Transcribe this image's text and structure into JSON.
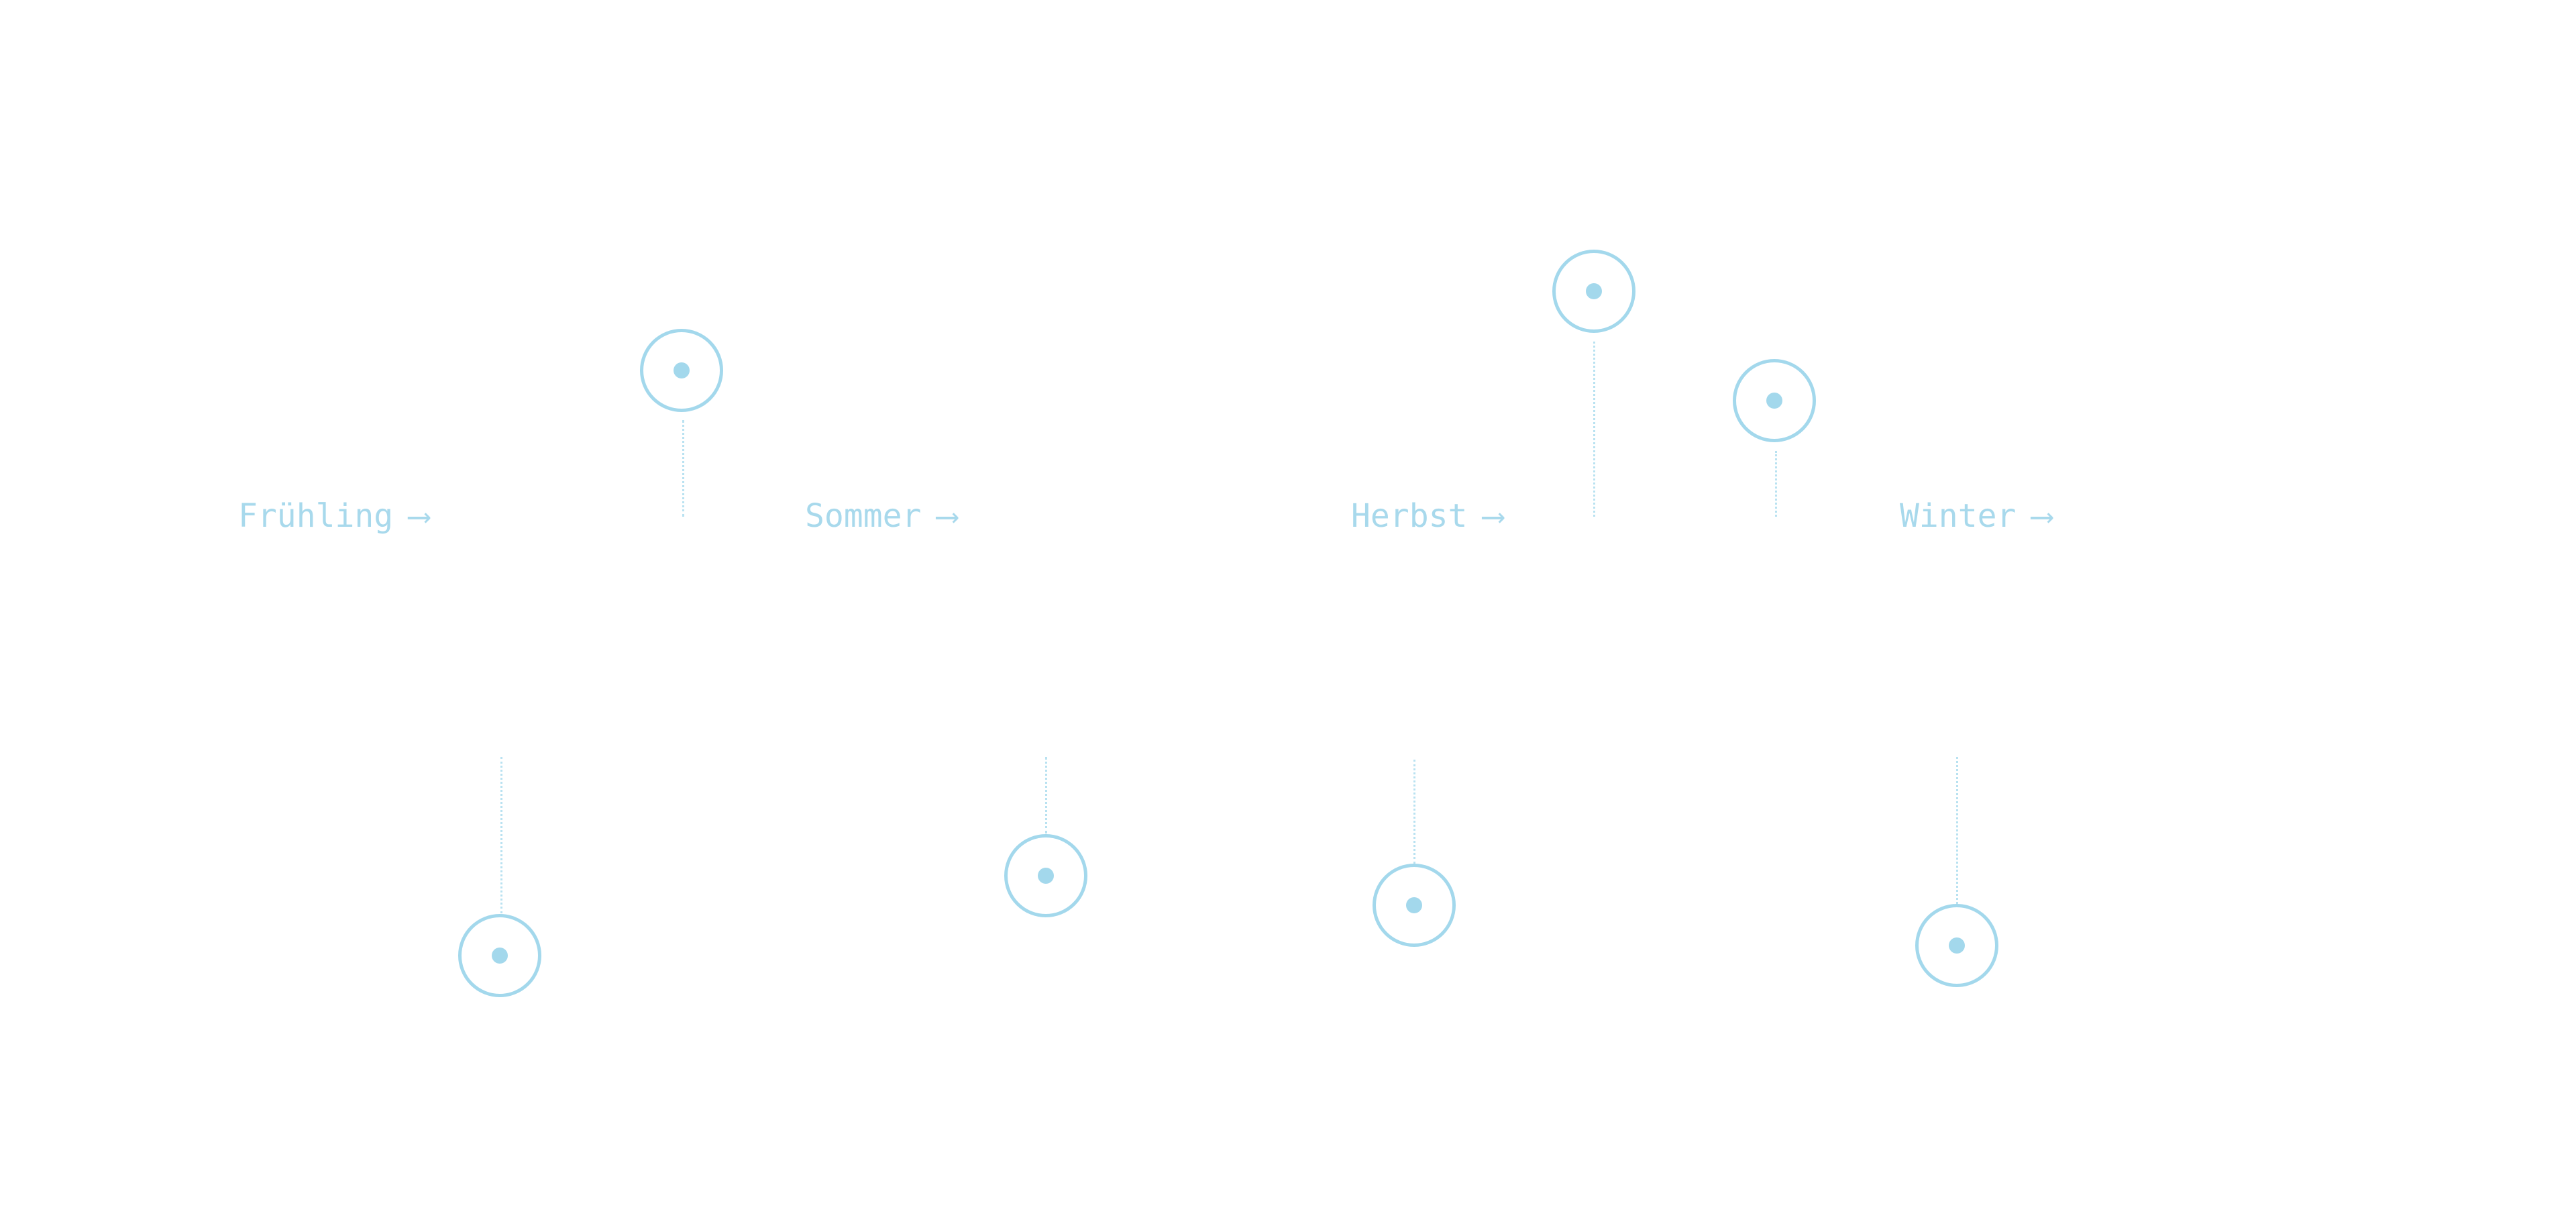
{
  "seasons": [
    {
      "label": "Frühling",
      "arrow": "⟶"
    },
    {
      "label": "Sommer",
      "arrow": "⟶"
    },
    {
      "label": "Herbst",
      "arrow": "⟶"
    },
    {
      "label": "Winter",
      "arrow": "⟶"
    }
  ],
  "colors": {
    "accent": "#a3d8ec",
    "label": "#a8d9ec",
    "background": "#ffffff"
  },
  "icons": {
    "marker": "circle-dot-pin-icon"
  }
}
